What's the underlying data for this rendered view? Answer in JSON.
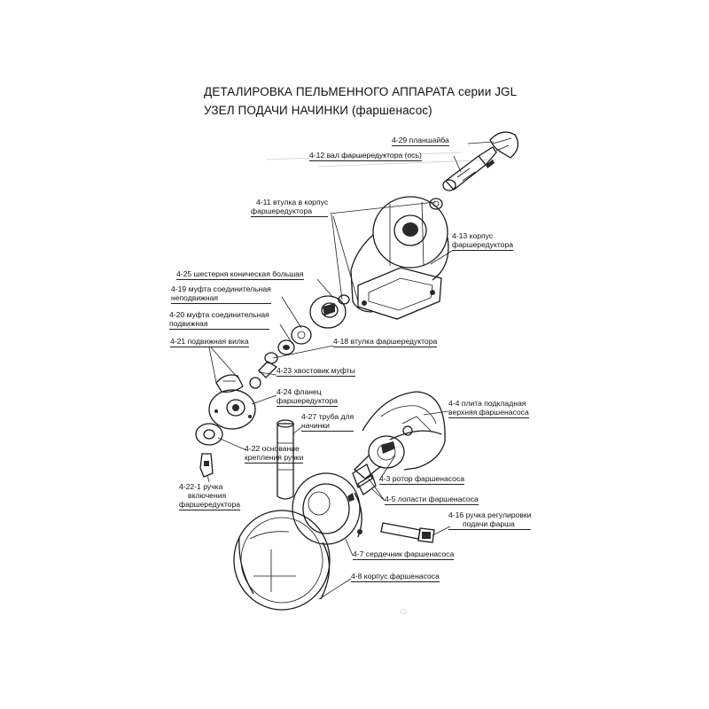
{
  "titles": {
    "line1": "ДЕТАЛИРОВКА ПЕЛЬМЕННОГО АППАРАТА серии JGL",
    "line2": "УЗЕЛ ПОДАЧИ НАЧИНКИ (фаршенасос)"
  },
  "labels": {
    "p4_29": "4-29 планшайба",
    "p4_12": "4-12 вал фаршередуктора (ось)",
    "p4_11_a": "4-11 втулка в корпус",
    "p4_11_b": "фаршередуктора",
    "p4_13_a": "4-13 корпус",
    "p4_13_b": "фаршередуктора",
    "p4_25": "4-25 шестерня коническая большая",
    "p4_19_a": "4-19 муфта соединительная",
    "p4_19_b": "неподвижная",
    "p4_20_a": "4-20 муфта соединительная",
    "p4_20_b": "подвижная",
    "p4_21": "4-21 подвижная вилка",
    "p4_18": "4-18 втулка фаршередуктора",
    "p4_23": "4-23 хвостовик муфты",
    "p4_24_a": "4-24 фланец",
    "p4_24_b": "фаршередуктора",
    "p4_4_a": "4-4 плита подкладная",
    "p4_4_b": "верхняя фаршенасоса",
    "p4_27_a": "4-27 труба для",
    "p4_27_b": "начинки",
    "p4_22_a": "4-22 основание",
    "p4_22_b": "крепления ручки",
    "p4_3": "4-3 ротор фаршенасоса",
    "p4_22_1_a": "4-22-1 ручка",
    "p4_22_1_b": "включения",
    "p4_22_1_c": "фаршередуктора",
    "p4_5": "4-5 лопасти фаршенасоса",
    "p4_16_a": "4-16 ручка регулировки",
    "p4_16_b": "подачи фарша",
    "p4_7": "4-7 сердечник фаршенасоса",
    "p4_8": "4-8 корпус фаршенасоса"
  }
}
